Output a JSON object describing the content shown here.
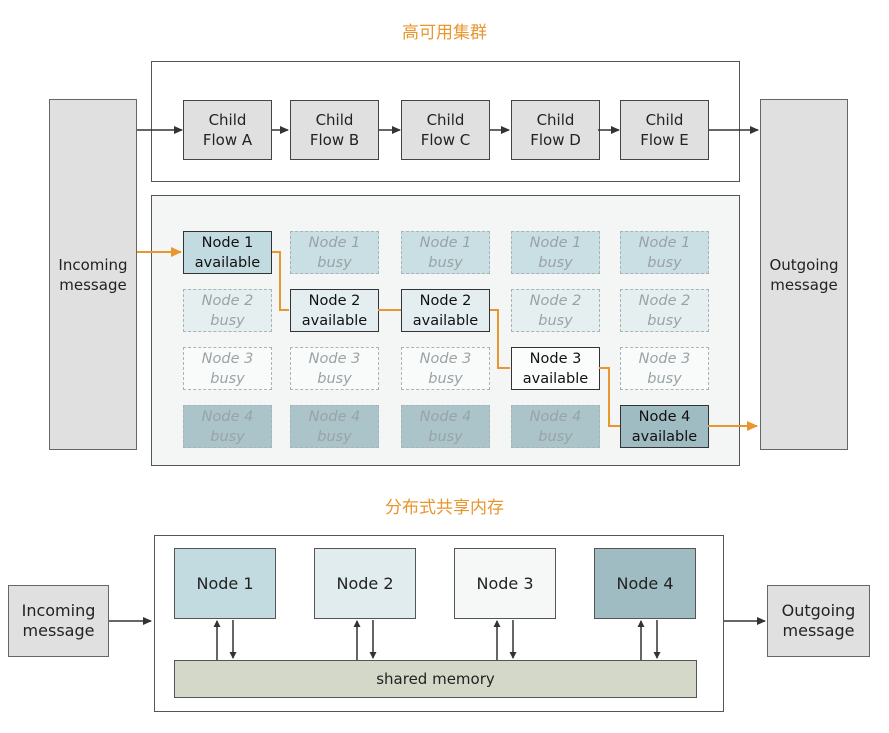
{
  "title_top": "高可用集群",
  "title_bottom": "分布式共享内存",
  "incoming": "Incoming\nmessage",
  "outgoing": "Outgoing\nmessage",
  "child_flows": [
    "Child\nFlow A",
    "Child\nFlow B",
    "Child\nFlow C",
    "Child\nFlow D",
    "Child\nFlow E"
  ],
  "grid": [
    [
      {
        "label": "Node 1\navailable",
        "state": "available"
      },
      {
        "label": "Node 1\nbusy",
        "state": "busy"
      },
      {
        "label": "Node 1\nbusy",
        "state": "busy"
      },
      {
        "label": "Node 1\nbusy",
        "state": "busy"
      },
      {
        "label": "Node 1\nbusy",
        "state": "busy"
      }
    ],
    [
      {
        "label": "Node 2\nbusy",
        "state": "busy"
      },
      {
        "label": "Node 2\navailable",
        "state": "available"
      },
      {
        "label": "Node 2\navailable",
        "state": "available"
      },
      {
        "label": "Node 2\nbusy",
        "state": "busy"
      },
      {
        "label": "Node 2\nbusy",
        "state": "busy"
      }
    ],
    [
      {
        "label": "Node 3\nbusy",
        "state": "busy"
      },
      {
        "label": "Node 3\nbusy",
        "state": "busy"
      },
      {
        "label": "Node 3\nbusy",
        "state": "busy"
      },
      {
        "label": "Node 3\navailable",
        "state": "available"
      },
      {
        "label": "Node 3\nbusy",
        "state": "busy"
      }
    ],
    [
      {
        "label": "Node 4\nbusy",
        "state": "busy"
      },
      {
        "label": "Node 4\nbusy",
        "state": "busy"
      },
      {
        "label": "Node 4\nbusy",
        "state": "busy"
      },
      {
        "label": "Node 4\nbusy",
        "state": "busy"
      },
      {
        "label": "Node 4\navailable",
        "state": "available"
      }
    ]
  ],
  "row_colors": [
    "#c2dbe0",
    "#e4eef0",
    "#fbfcfc",
    "#9fbcc2"
  ],
  "nodes_bottom": [
    "Node 1",
    "Node 2",
    "Node 3",
    "Node 4"
  ],
  "shared_memory": "shared memory",
  "colors": {
    "accent": "#e8962e",
    "node1": "#c2dbe0",
    "node2": "#e0ecee",
    "node3": "#f6f8f8",
    "node4": "#9fbcc2",
    "shared": "#d4d8c8"
  }
}
